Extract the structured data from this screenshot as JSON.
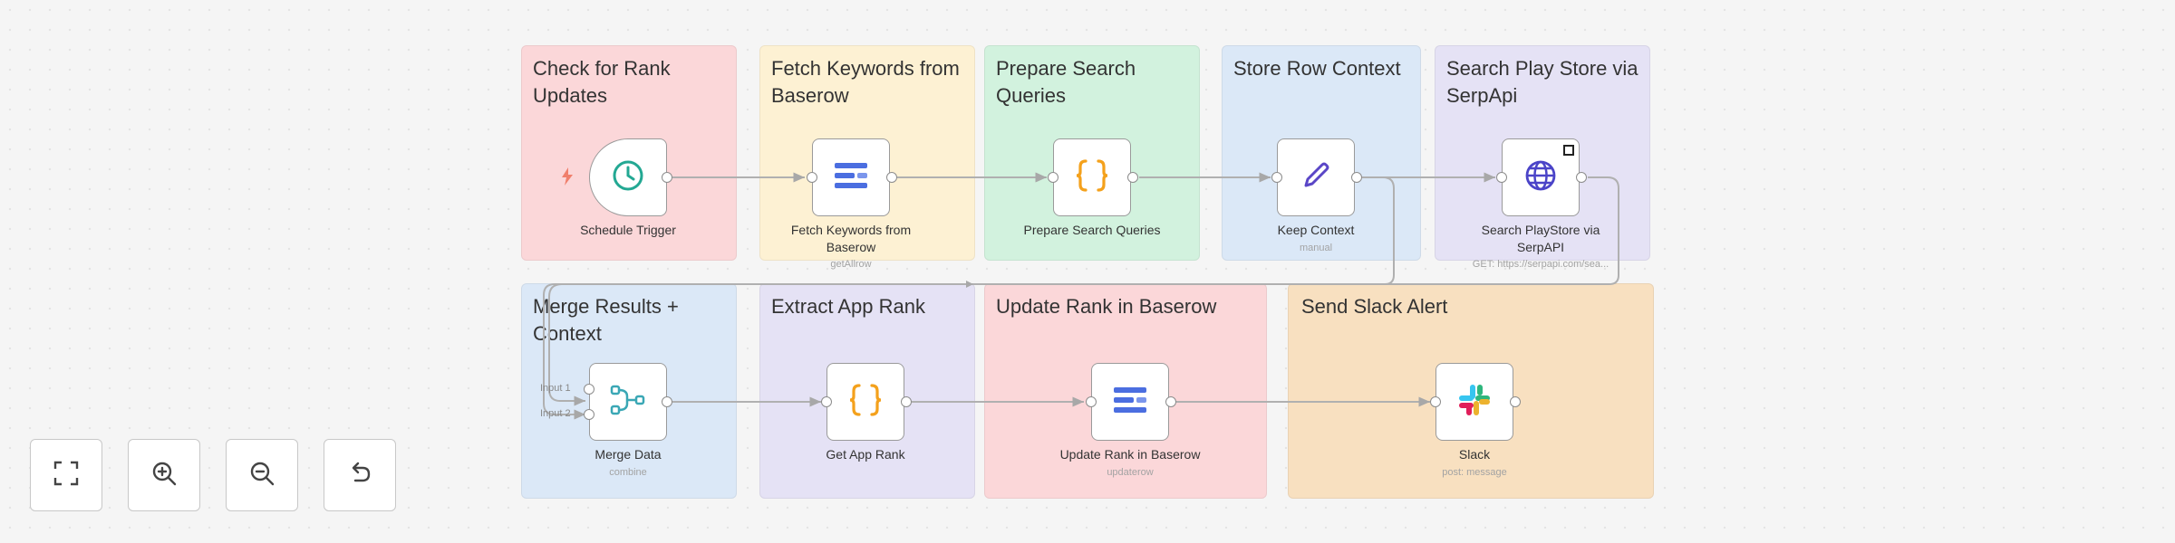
{
  "canvas": {
    "groups": [
      {
        "title": "Check for Rank Updates",
        "color": "#fbd7d9"
      },
      {
        "title": "Fetch Keywords from Baserow",
        "color": "#fdf1d3"
      },
      {
        "title": "Prepare Search Queries",
        "color": "#d2f2de"
      },
      {
        "title": "Store Row Context",
        "color": "#dbe8f7"
      },
      {
        "title": "Search Play Store via SerpApi",
        "color": "#e5e2f5"
      },
      {
        "title": "Merge Results + Context",
        "color": "#dbe8f7"
      },
      {
        "title": "Extract App Rank",
        "color": "#e5e2f5"
      },
      {
        "title": "Update Rank in Baserow",
        "color": "#fbd7d9"
      },
      {
        "title": "Send Slack Alert",
        "color": "#f8e0c0"
      }
    ],
    "nodes": {
      "schedule": {
        "label": "Schedule Trigger",
        "sub": ""
      },
      "fetch": {
        "label": "Fetch Keywords from Baserow",
        "sub": "getAllrow"
      },
      "prepare": {
        "label": "Prepare Search Queries",
        "sub": ""
      },
      "keep": {
        "label": "Keep Context",
        "sub": "manual"
      },
      "search": {
        "label": "Search PlayStore via SerpAPI",
        "sub": "GET: https://serpapi.com/sea..."
      },
      "merge": {
        "label": "Merge Data",
        "sub": "combine",
        "input1": "Input 1",
        "input2": "Input 2"
      },
      "extract": {
        "label": "Get App Rank",
        "sub": ""
      },
      "update": {
        "label": "Update Rank in Baserow",
        "sub": "updaterow"
      },
      "slack": {
        "label": "Slack",
        "sub": "post: message"
      }
    },
    "brand_colors": {
      "schedule_icon": "#23a893",
      "baserow_icon": "#4b6ee0",
      "code_icon": "#f4a11c",
      "edit_icon": "#5a46c7",
      "http_icon": "#4b44c8",
      "merge_icon": "#3aa7b5",
      "trigger_bolt": "#f07f6c"
    }
  },
  "controls": {
    "fit_view": {
      "icon": "fullscreen-icon"
    },
    "zoom_in": {
      "icon": "zoom-in-icon"
    },
    "zoom_out": {
      "icon": "zoom-out-icon"
    },
    "reset": {
      "icon": "undo-icon"
    }
  }
}
